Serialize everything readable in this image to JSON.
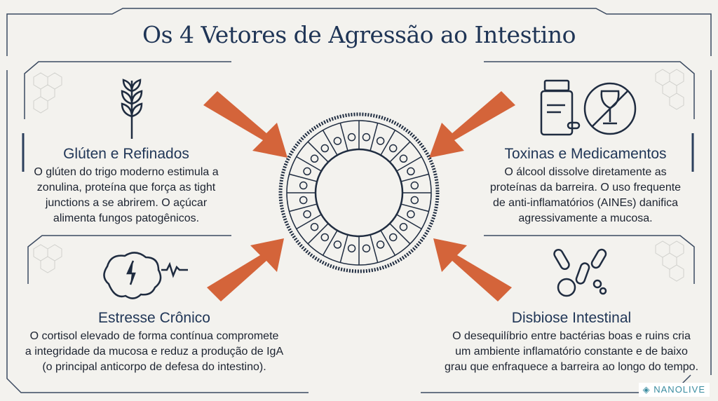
{
  "title": "Os 4 Vetores de Agressão ao Intestino",
  "vectors": [
    {
      "icon": "wheat-icon",
      "title": "Glúten e Refinados",
      "lines": [
        "O glúten do trigo moderno estimula a",
        "zonulina, proteína que força as tight",
        "junctions a se abrirem. O açúcar",
        "alimenta fungos patogênicos."
      ]
    },
    {
      "icon": "medicine-and-no-alcohol-icon",
      "title": "Toxinas e Medicamentos",
      "lines": [
        "O álcool dissolve diretamente as",
        "proteínas da barreira. O uso frequente",
        "de anti-inflamatórios (AINEs) danifica",
        "agressivamente a mucosa."
      ]
    },
    {
      "icon": "stressed-brain-icon",
      "title": "Estresse Crônico",
      "lines": [
        "O cortisol elevado de forma contínua compromete",
        "a integridade da mucosa e reduz a produção de IgA",
        "(o principal anticorpo de defesa do intestino)."
      ]
    },
    {
      "icon": "bacteria-icon",
      "title": "Disbiose Intestinal",
      "lines": [
        "O desequilíbrio entre bactérias boas e ruins cria",
        "um ambiente inflamatório constante e de baixo",
        "grau que enfraquece a barreira ao longo do tempo."
      ]
    }
  ],
  "logo": {
    "name": "NANOLIVE"
  },
  "colors": {
    "navy": "#1f3556",
    "arrow": "#d4643a",
    "background": "#f3f2ee"
  }
}
